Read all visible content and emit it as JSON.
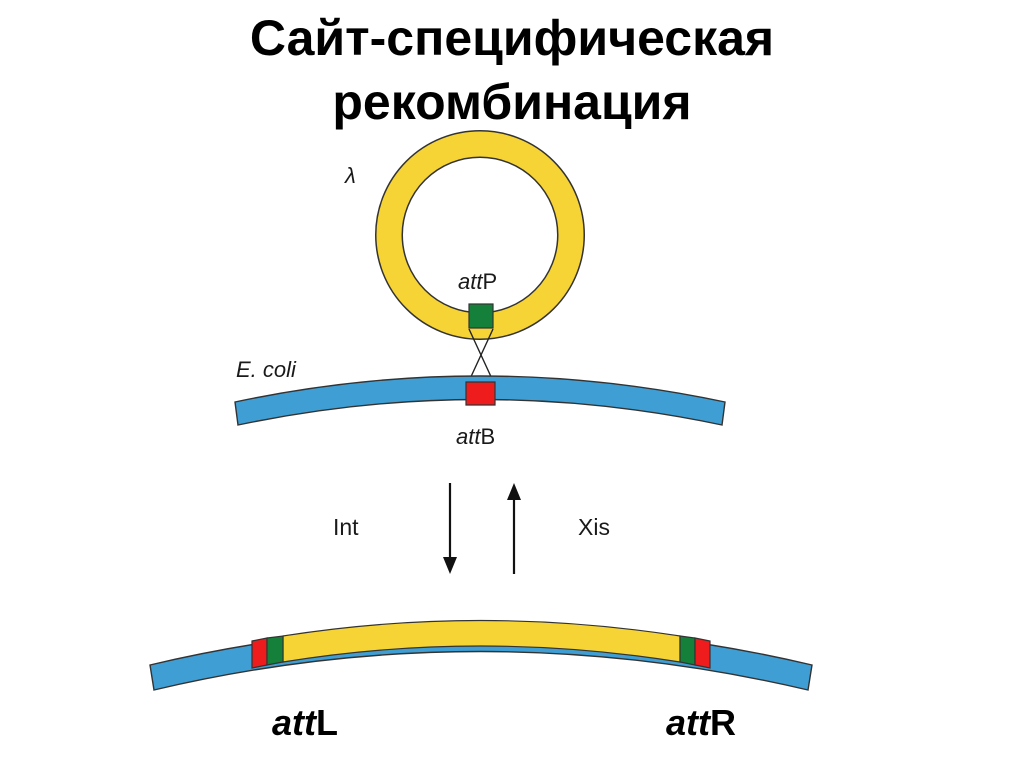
{
  "title": {
    "line1": "Сайт-специфическая",
    "line2": "рекомбинация"
  },
  "colors": {
    "bacterial_dna": "#3f9fd4",
    "phage_dna": "#f7d436",
    "att_core_green": "#14803a",
    "att_core_red": "#ee1c1c",
    "outline": "#333333"
  },
  "diagram": {
    "phage_label": "λ",
    "attP": {
      "italic": "att",
      "suffix": "P"
    },
    "ecoli_label": "E. coli",
    "attB": {
      "italic": "att",
      "suffix": "B"
    },
    "forward_enzyme": "Int",
    "reverse_enzyme": "Xis",
    "attL": {
      "italic": "att",
      "suffix": "L"
    },
    "attR": {
      "italic": "att",
      "suffix": "R"
    }
  }
}
